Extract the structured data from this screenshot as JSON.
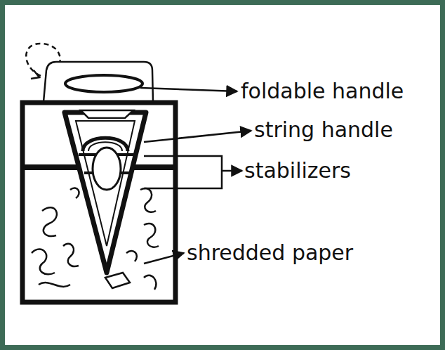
{
  "diagram": {
    "labels": [
      "foldable handle",
      "string handle",
      "stabilizers",
      "shredded paper"
    ]
  }
}
